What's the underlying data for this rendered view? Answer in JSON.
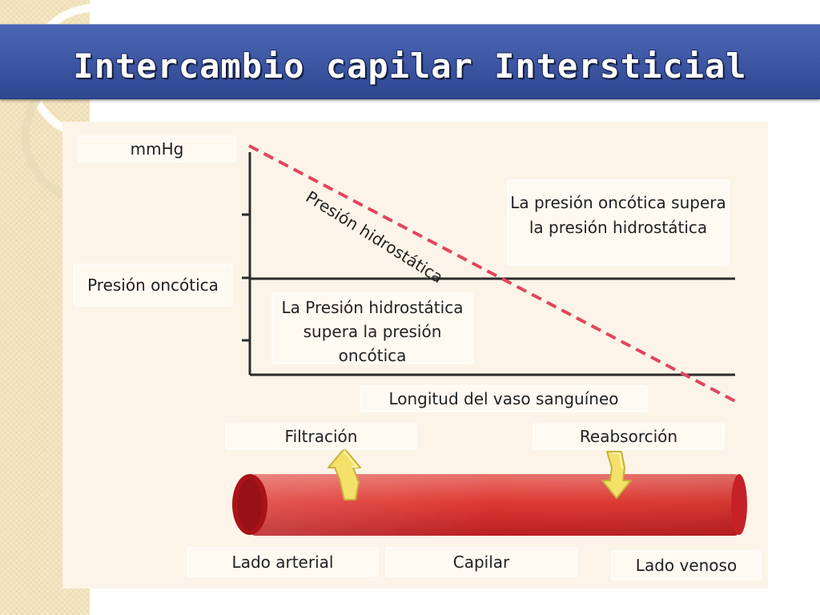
{
  "title": "Intercambio capilar Intersticial",
  "diagram": {
    "y_axis_label": "mmHg",
    "oncotic_label": "Presión oncótica",
    "hydrostatic_label": "Presión hidrostática",
    "oncotic_exceeds_label": "La presión oncótica supera la presión hidrostática",
    "hydrostatic_exceeds_label": "La Presión hidrostática supera la presión oncótica",
    "x_axis_label": "Longitud del vaso sanguíneo",
    "filtration_label": "Filtración",
    "reabsorption_label": "Reabsorción",
    "arterial_side_label": "Lado arterial",
    "capillary_label": "Capilar",
    "venous_side_label": "Lado venoso"
  },
  "colors": {
    "title_bar": "#3f59a6",
    "hydrostatic_line": "#e2445e",
    "vessel": "#d9262b",
    "arrow": "#f3e16a"
  },
  "icons": [
    "filtration-arrow-up-icon",
    "reabsorption-arrow-down-icon"
  ]
}
